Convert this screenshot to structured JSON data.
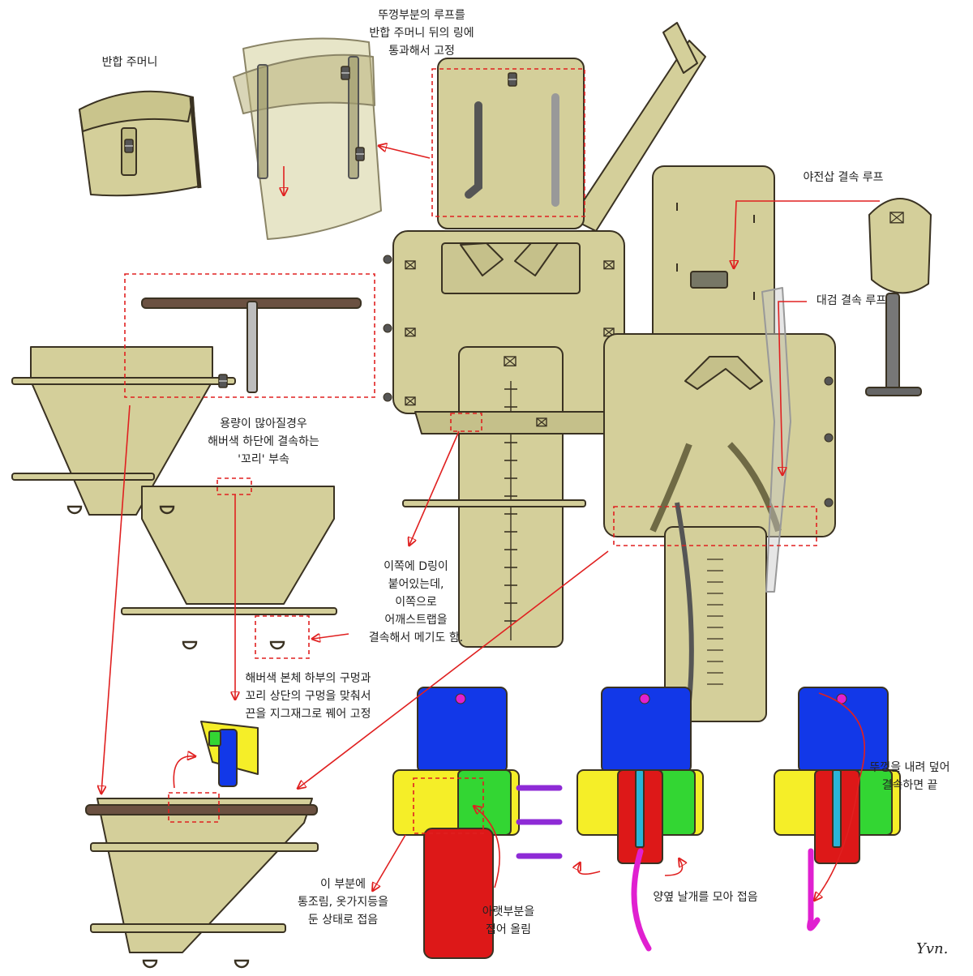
{
  "labels": {
    "mess_pouch": "반합 주머니",
    "lid_loop": [
      "뚜껑부분의 루프를",
      "반합 주머니 뒤의 링에",
      "통과해서 고정"
    ],
    "shovel_loop": "야전삽 결속 루프",
    "bayonet_loop": "대검 결속 루프",
    "tail_part": [
      "용량이 많아질경우",
      "해버색 하단에 결속하는",
      "'꼬리' 부속"
    ],
    "d_ring": [
      "이쪽에 D링이",
      "붙어있는데,",
      "이쪽으로",
      "어깨스트랩을",
      "결속해서 메기도 함."
    ],
    "hole_fix": [
      "해버색 본체 하부의 구멍과",
      "꼬리 상단의 구멍을 맞춰서",
      "끈을 지그재그로 꿰어 고정"
    ],
    "put_items": [
      "이 부분에",
      "통조림, 옷가지등을",
      "둔 상태로 접음"
    ],
    "fold_bottom": [
      "아랫부분을",
      "접어 올림"
    ],
    "fold_wings": "양옆 날개를 모아 접음",
    "cover_lid": [
      "뚜껑을 내려 덮어",
      "결속하면 끝"
    ],
    "signature": "Yvn."
  },
  "colors": {
    "canvas": "#d4cf9a",
    "canvas_dark": "#b9b37c",
    "outline": "#3a3222",
    "leather": "#6b5141",
    "annotation": "#e02020",
    "blue": "#1238e8",
    "yellow": "#f5ee28",
    "green": "#33d633",
    "red": "#dd1818",
    "magenta": "#e020d0",
    "purple": "#8e2bd6",
    "gray": "#bdbdbd"
  },
  "icons": [
    "mess-pouch",
    "haversack",
    "shovel",
    "tail-part",
    "strap-buckle",
    "d-ring",
    "fold-arrow"
  ]
}
